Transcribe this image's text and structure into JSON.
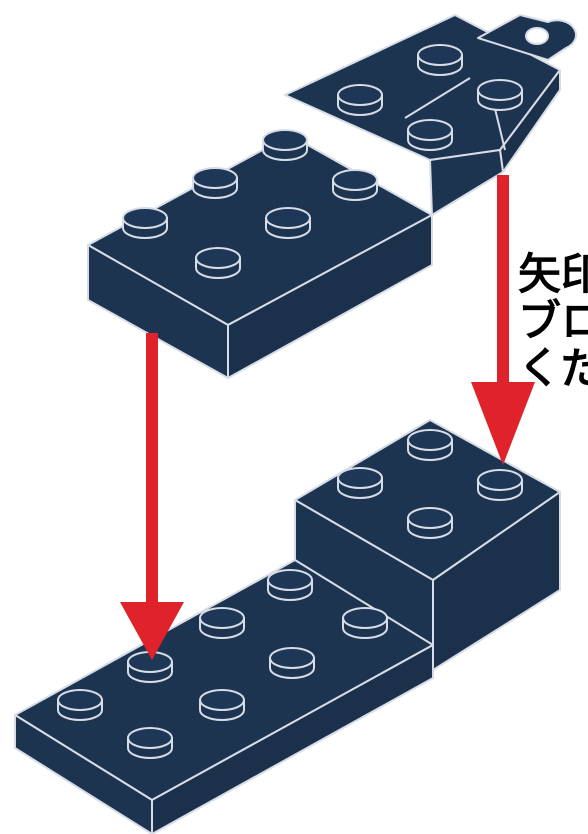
{
  "instruction": {
    "lines": [
      "矢印",
      "ブロ",
      "くだ"
    ]
  },
  "colors": {
    "brick": "#1d3451",
    "brick_dark": "#142740",
    "brick_light": "#2a4568",
    "outline": "#d7dde6",
    "arrow": "#e0232b",
    "text": "#000000"
  },
  "icons": [
    "down-arrow-icon"
  ]
}
